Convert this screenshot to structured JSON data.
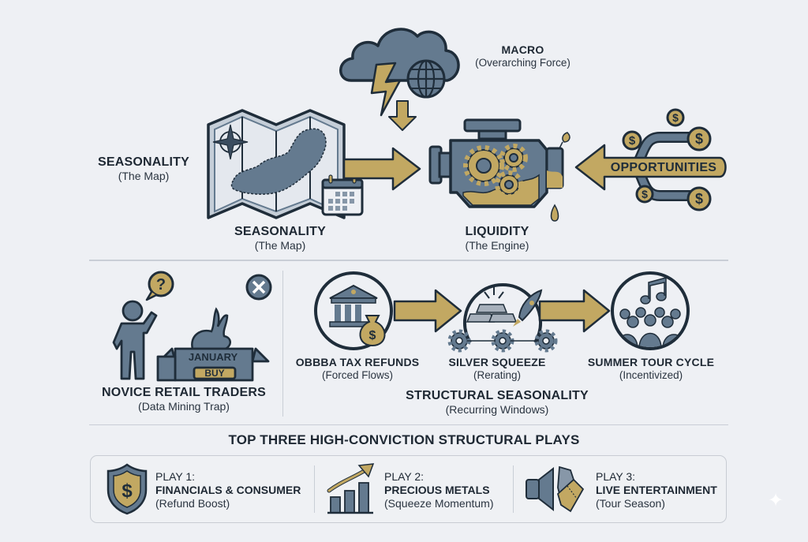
{
  "colors": {
    "background": "#eef0f4",
    "slate": "#647a8f",
    "dark_outline": "#1f2d3a",
    "gold": "#c2a862",
    "light_slate": "#c5ced8",
    "divider": "#c9ced6"
  },
  "top": {
    "macro": {
      "title": "MACRO",
      "subtitle": "(Overarching Force)",
      "icon": "storm-cloud-globe-icon"
    },
    "seasonality_left": {
      "title": "SEASONALITY",
      "subtitle": "(The Map)"
    },
    "seasonality_map": {
      "title": "SEASONALITY",
      "subtitle": "(The Map)",
      "icon": "folded-map-calendar-icon"
    },
    "liquidity": {
      "title": "LIQUIDITY",
      "subtitle": "(The Engine)",
      "icon": "engine-gears-icon"
    },
    "opportunities": {
      "label": "OPPORTUNITIES",
      "icon": "dollar-coins-branch-icon"
    }
  },
  "middle": {
    "novice": {
      "title": "NOVICE RETAIL TRADERS",
      "subtitle": "(Data Mining Trap)",
      "box_top": "JANUARY",
      "box_badge": "BUY"
    },
    "flow": [
      {
        "title": "OBBBA TAX REFUNDS",
        "subtitle": "(Forced Flows)",
        "icon": "bank-money-bag-icon"
      },
      {
        "title": "SILVER SQUEEZE",
        "subtitle": "(Rerating)",
        "icon": "silver-bars-rocket-icon"
      },
      {
        "title": "SUMMER TOUR CYCLE",
        "subtitle": "(Incentivized)",
        "icon": "music-crowd-icon"
      }
    ],
    "structural": {
      "title": "STRUCTURAL SEASONALITY",
      "subtitle": "(Recurring Windows)"
    }
  },
  "plays": {
    "heading": "TOP THREE HIGH-CONVICTION STRUCTURAL PLAYS",
    "items": [
      {
        "label": "PLAY 1:",
        "name": "FINANCIALS & CONSUMER",
        "note": "(Refund Boost)",
        "icon": "dollar-shield-icon"
      },
      {
        "label": "PLAY 2:",
        "name": "PRECIOUS METALS",
        "note": "(Squeeze Momentum)",
        "icon": "rising-bar-chart-icon"
      },
      {
        "label": "PLAY 3:",
        "name": "LIVE ENTERTAINMENT",
        "note": "(Tour Season)",
        "icon": "speaker-tickets-icon"
      }
    ]
  },
  "watermark": {
    "glyph": "✦"
  }
}
